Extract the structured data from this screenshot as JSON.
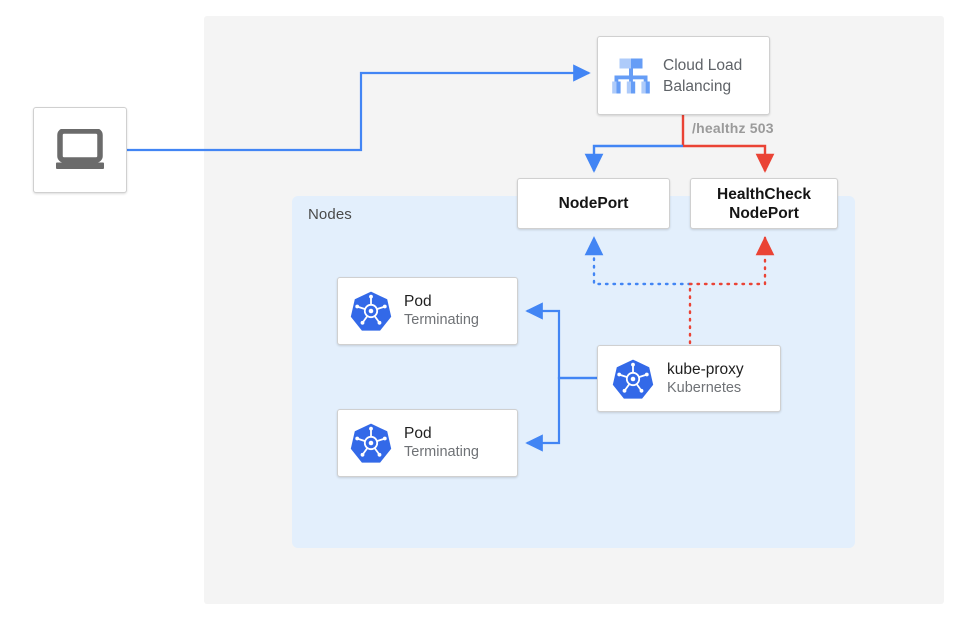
{
  "diagram": {
    "title": "Kubernetes NodePort health check draining diagram",
    "colors": {
      "blue": "#4285f4",
      "red": "#ea4335",
      "panel_gray": "#f4f4f4",
      "nodes_blue": "#e3effc",
      "k8s_blue": "#3369e8",
      "muted_text": "#5f6368"
    }
  },
  "panels": {
    "nodes_label": "Nodes"
  },
  "client": {
    "icon": "laptop-icon"
  },
  "load_balancer": {
    "icon": "cloud-load-balancing-icon",
    "label": "Cloud Load\nBalancing"
  },
  "services": [
    {
      "name": "nodeport",
      "label": "NodePort"
    },
    {
      "name": "healthcheck-nodeport",
      "label": "HealthCheck\nNodePort"
    }
  ],
  "pods": [
    {
      "icon": "kubernetes-icon",
      "title": "Pod",
      "status": "Terminating"
    },
    {
      "icon": "kubernetes-icon",
      "title": "Pod",
      "status": "Terminating"
    }
  ],
  "kube_proxy": {
    "icon": "kubernetes-icon",
    "title": "kube-proxy",
    "subtitle": "Kubernetes"
  },
  "edges": {
    "healthz_label": "/healthz 503"
  }
}
